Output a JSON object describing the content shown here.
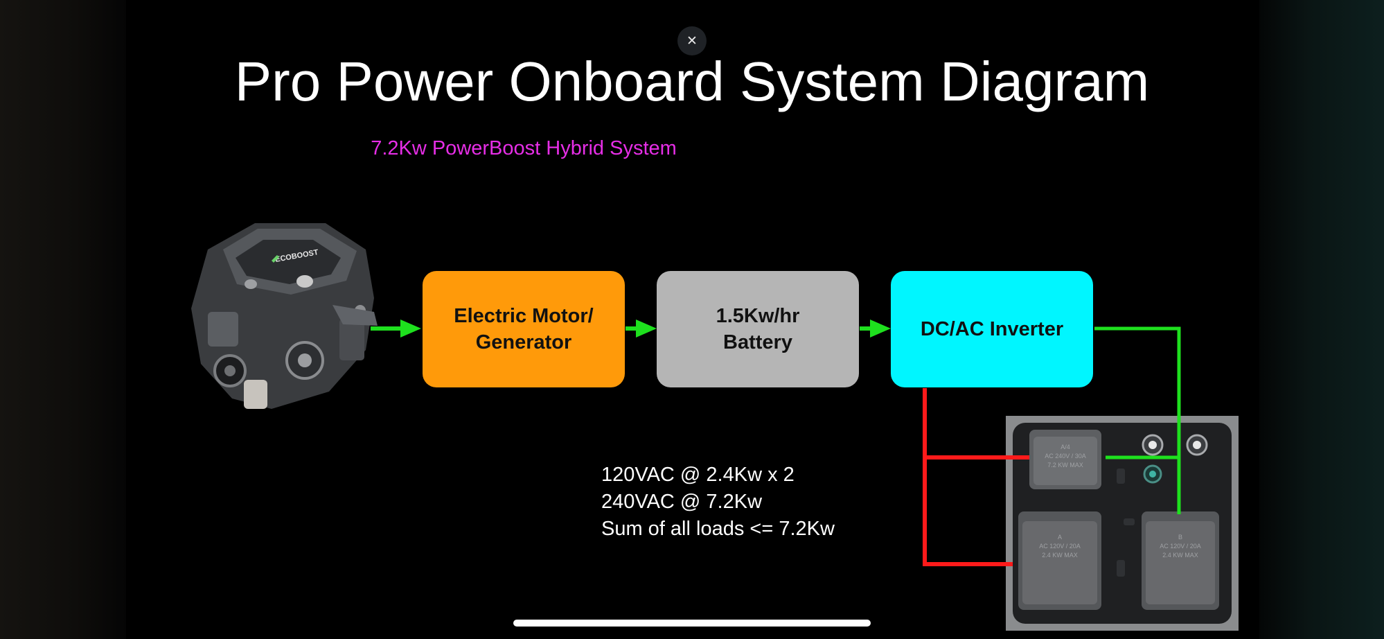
{
  "title": "Pro Power Onboard System Diagram",
  "subtitle": "7.2Kw PowerBoost Hybrid System",
  "close_glyph": "✕",
  "blocks": {
    "motor": "Electric Motor/\nGenerator",
    "battery": "1.5Kw/hr\nBattery",
    "inverter": "DC/AC Inverter"
  },
  "loads": [
    "120VAC @ 2.4Kw x 2",
    "240VAC @ 7.2Kw",
    "Sum of all loads <= 7.2Kw"
  ],
  "outlet_panel": {
    "top_outlet_label": "A/4\nAC 240V / 30A\n7.2 KW MAX",
    "bottom_left_label": "A\nAC 120V / 20A\n2.4 KW MAX",
    "bottom_right_label": "B\nAC 120V / 20A\n2.4 KW MAX"
  },
  "engine_badge": "ECOBOOST",
  "colors": {
    "motor": "#ff9a0a",
    "battery": "#b5b5b5",
    "inverter": "#00f6ff",
    "subtitle": "#e62ee6",
    "green_wire": "#1ee01e",
    "red_wire": "#ff1a1a"
  }
}
